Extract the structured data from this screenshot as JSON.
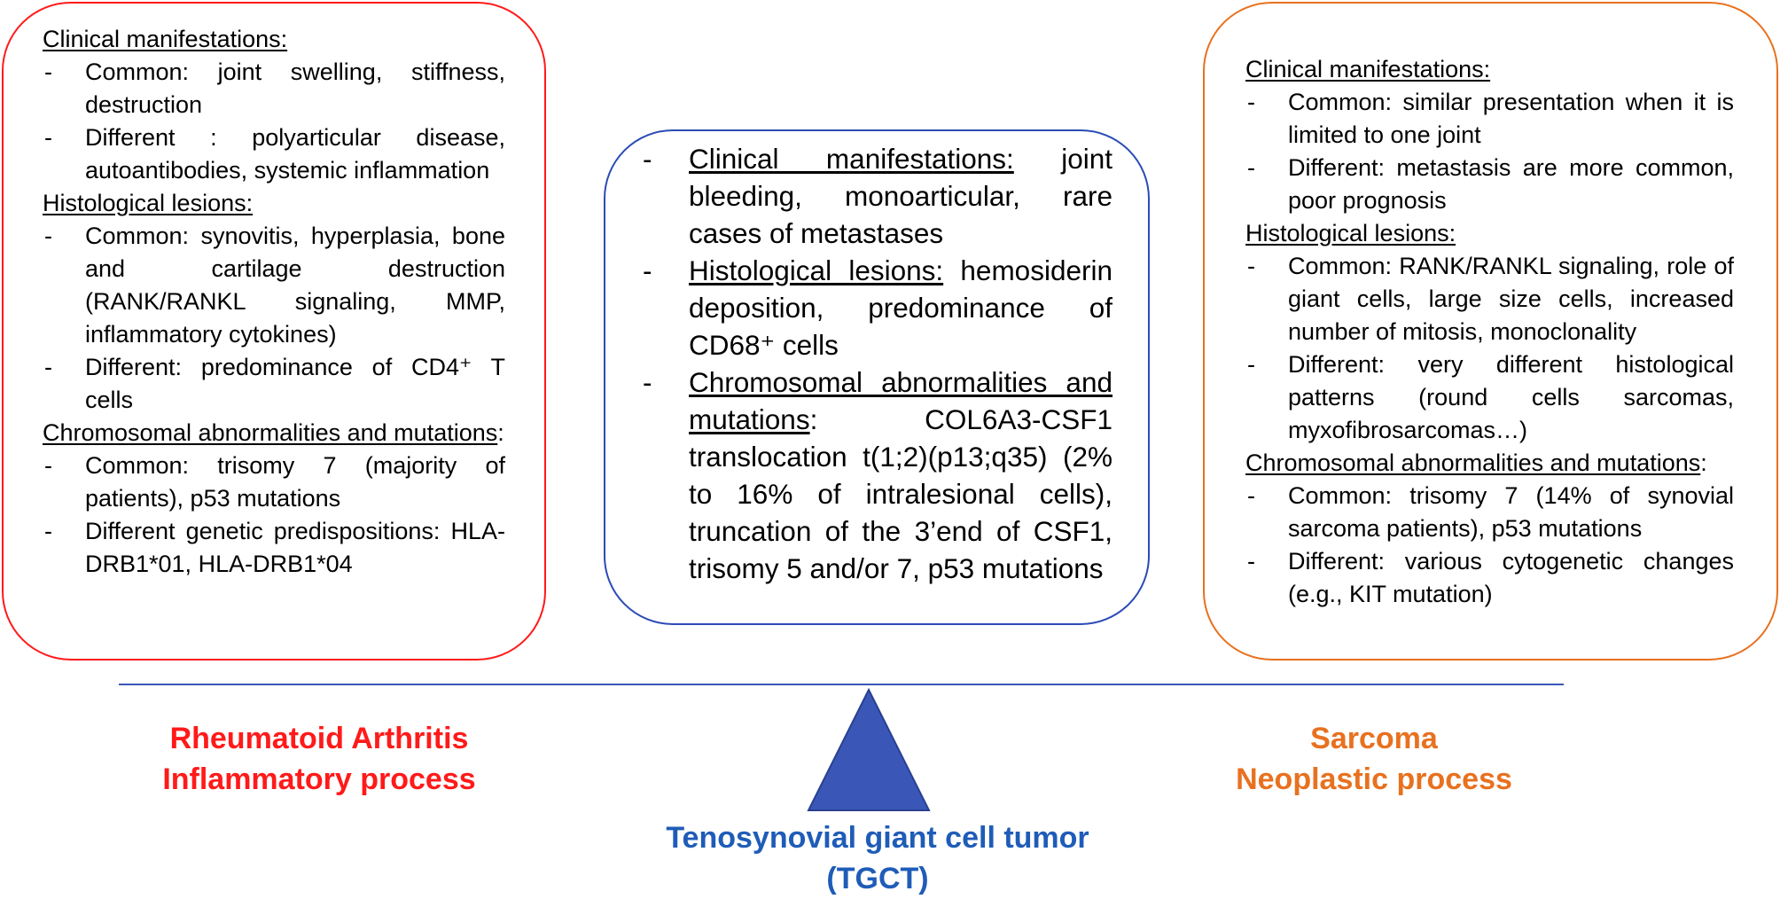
{
  "left_panel": {
    "clinical_heading": "Clinical manifestations:",
    "clinical_items": [
      "Common: joint swelling, stiffness, destruction",
      "Different : polyarticular disease, autoantibodies, systemic inflammation"
    ],
    "histo_heading": "Histological lesions:",
    "histo_items": [
      "Common: synovitis, hyperplasia, bone and cartilage destruction (RANK/RANKL signaling, MMP, inflammatory cytokines)",
      "Different: predominance of CD4⁺ T cells"
    ],
    "chrom_heading": "Chromosomal abnormalities and mutations",
    "chrom_colon": ":",
    "chrom_items": [
      "Common: trisomy 7 (majority of patients), p53 mutations",
      "Different genetic predispositions: HLA-DRB1*01, HLA-DRB1*04"
    ]
  },
  "center_panel": {
    "clinical_heading": "Clinical manifestations:",
    "clinical_text": " joint bleeding, monoarticular, rare cases of metastases",
    "histo_heading": "Histological lesions:",
    "histo_text": " hemosiderin deposition, predominance of CD68⁺ cells",
    "chrom_heading": "Chromosomal abnormalities and mutations",
    "chrom_text": ": COL6A3-CSF1 translocation t(1;2)(p13;q35) (2% to 16% of intralesional cells), truncation of the 3’end of CSF1, trisomy 5 and/or 7, p53 mutations"
  },
  "right_panel": {
    "clinical_heading": "Clinical manifestations:",
    "clinical_items": [
      "Common: similar presentation when it is limited to one joint",
      "Different: metastasis are more common, poor prognosis"
    ],
    "histo_heading": "Histological lesions:",
    "histo_items": [
      "Common: RANK/RANKL signaling, role of giant cells, large size cells, increased number of mitosis, monoclonality",
      "Different: very different histological patterns (round cells sarcomas, myxofibrosarcomas…)"
    ],
    "chrom_heading": "Chromosomal abnormalities and mutations",
    "chrom_colon": ":",
    "chrom_items": [
      "Common: trisomy 7 (14% of synovial sarcoma patients), p53 mutations",
      "Different: various cytogenetic changes (e.g., KIT mutation)"
    ]
  },
  "labels": {
    "left_line1": "Rheumatoid Arthritis",
    "left_line2": "Inflammatory process",
    "right_line1": "Sarcoma",
    "right_line2": "Neoplastic process",
    "center_line1": "Tenosynovial giant cell tumor",
    "center_line2": "(TGCT)"
  },
  "colors": {
    "ra_red": "#ff1a1a",
    "sarcoma_orange": "#e8711f",
    "tgct_blue": "#1f5cb8",
    "fulcrum_fill": "#3a57b8"
  }
}
